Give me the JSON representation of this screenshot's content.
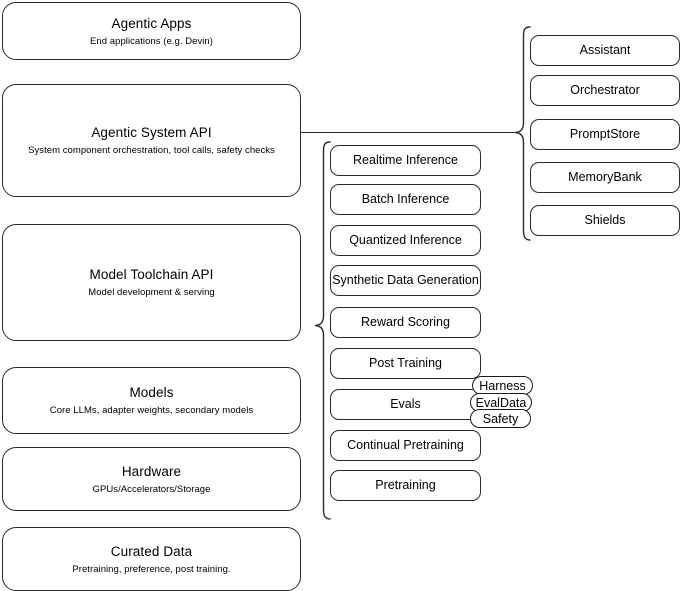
{
  "diagram": {
    "title": "AI Stack Architecture Diagram",
    "stroke_color": "#2b2b2b",
    "background_color": "#ffffff"
  },
  "layers": [
    {
      "name": "agentic-apps",
      "title": "Agentic Apps",
      "subtitle": "End applications (e.g. Devin)"
    },
    {
      "name": "agentic-system-api",
      "title": "Agentic System API",
      "subtitle": "System component orchestration, tool calls, safety checks"
    },
    {
      "name": "model-toolchain-api",
      "title": "Model Toolchain API",
      "subtitle": "Model development & serving"
    },
    {
      "name": "models",
      "title": "Models",
      "subtitle": "Core LLMs, adapter weights, secondary models"
    },
    {
      "name": "hardware",
      "title": "Hardware",
      "subtitle": "GPUs/Accelerators/Storage"
    },
    {
      "name": "curated-data",
      "title": "Curated Data",
      "subtitle": "Pretraining, preference, post training."
    }
  ],
  "toolchain_items": [
    {
      "name": "realtime-inference",
      "label": "Realtime Inference"
    },
    {
      "name": "batch-inference",
      "label": "Batch Inference"
    },
    {
      "name": "quantized-inference",
      "label": "Quantized Inference"
    },
    {
      "name": "synthetic-data-generation",
      "label": "Synthetic Data Generation"
    },
    {
      "name": "reward-scoring",
      "label": "Reward Scoring"
    },
    {
      "name": "post-training",
      "label": "Post Training"
    },
    {
      "name": "evals",
      "label": "Evals"
    },
    {
      "name": "continual-pretraining",
      "label": "Continual Pretraining"
    },
    {
      "name": "pretraining",
      "label": "Pretraining"
    }
  ],
  "system_items": [
    {
      "name": "assistant",
      "label": "Assistant"
    },
    {
      "name": "orchestrator",
      "label": "Orchestrator"
    },
    {
      "name": "promptstore",
      "label": "PromptStore"
    },
    {
      "name": "memorybank",
      "label": "MemoryBank"
    },
    {
      "name": "shields",
      "label": "Shields"
    }
  ],
  "eval_pills": [
    {
      "name": "harness",
      "label": "Harness"
    },
    {
      "name": "evaldata",
      "label": "EvalData"
    },
    {
      "name": "safety",
      "label": "Safety"
    }
  ]
}
